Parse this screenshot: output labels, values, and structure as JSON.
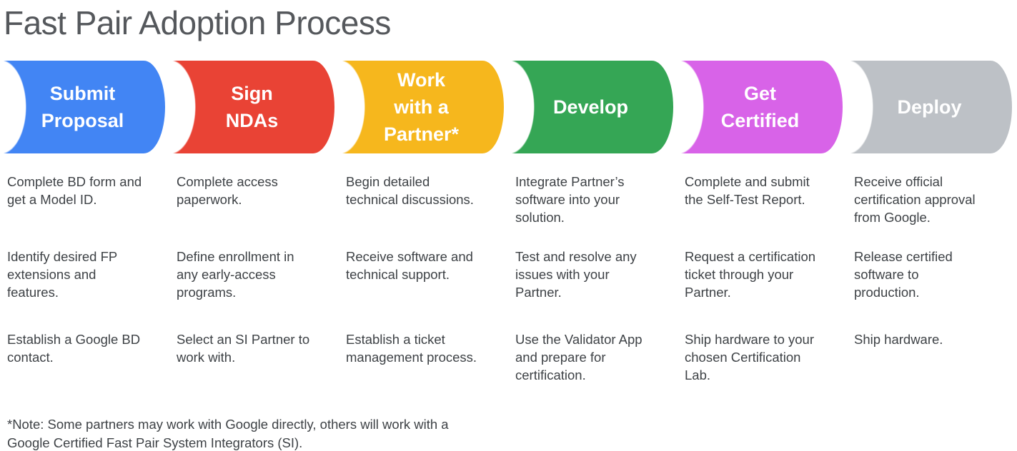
{
  "title": "Fast Pair Adoption Process",
  "stages": [
    {
      "id": "submit-proposal",
      "label": "Submit\nProposal",
      "color": "#4285F4",
      "steps": [
        "Complete BD form and\nget a Model ID.",
        "Identify desired FP\nextensions and\nfeatures.",
        "Establish a Google BD\ncontact."
      ]
    },
    {
      "id": "sign-ndas",
      "label": "Sign\nNDAs",
      "color": "#E94335",
      "steps": [
        "Complete access\npaperwork.",
        "Define enrollment in\nany early-access\nprograms.",
        "Select an SI Partner to\nwork with."
      ]
    },
    {
      "id": "work-with-a-partner",
      "label": "Work\nwith a\nPartner*",
      "color": "#F6B71D",
      "steps": [
        "Begin detailed\ntechnical discussions.",
        "Receive software and\ntechnical support.",
        "Establish a ticket\nmanagement process."
      ]
    },
    {
      "id": "develop",
      "label": "Develop",
      "color": "#35A655",
      "steps": [
        "Integrate Partner’s\nsoftware into your\nsolution.",
        "Test and resolve any\nissues with your\nPartner.",
        "Use the Validator App\nand prepare for\ncertification."
      ]
    },
    {
      "id": "get-certified",
      "label": "Get\nCertified",
      "color": "#D863E8",
      "steps": [
        "Complete and submit\nthe Self-Test Report.",
        "Request a certification\nticket through your\nPartner.",
        "Ship hardware to your\nchosen Certification\nLab."
      ]
    },
    {
      "id": "deploy",
      "label": "Deploy",
      "color": "#BDC1C6",
      "steps": [
        "Receive official\ncertification approval\nfrom Google.",
        "Release certified\nsoftware to\nproduction.",
        "Ship hardware."
      ]
    }
  ],
  "note": "*Note: Some partners may work with Google directly, others will work with a\nGoogle Certified Fast Pair System Integrators (SI)."
}
